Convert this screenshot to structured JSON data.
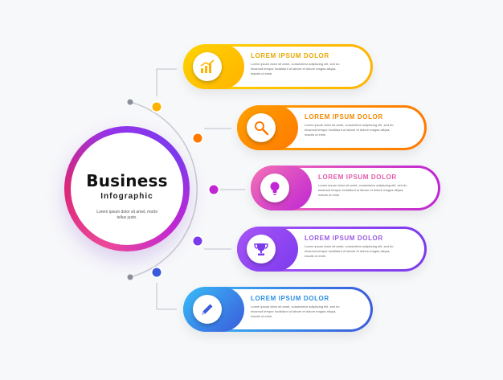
{
  "hub": {
    "title": "Business",
    "subtitle": "Infographic",
    "note": "Lorem ipsum dolor sit amet, morbi tellus justo."
  },
  "items": [
    {
      "heading": "LOREM IPSUM DOLOR",
      "text": "Lorem ipsum dolor sit amet, consectetur adipiscing elit, sed do eiusmod tempor incididunt ut labore et dolore magna aliqua, mauris ut enim.",
      "icon": "chart-icon",
      "color_start": "#ffd400",
      "color_end": "#ffb300",
      "heading_color": "#e6a800"
    },
    {
      "heading": "LOREM IPSUM DOLOR",
      "text": "Lorem ipsum dolor sit amet, consectetur adipiscing elit, sed do eiusmod tempor incididunt ut labore et dolore magna aliqua, mauris ut enim.",
      "icon": "search-icon",
      "color_start": "#ffa000",
      "color_end": "#ff7a00",
      "heading_color": "#f08a00"
    },
    {
      "heading": "LOREM IPSUM DOLOR",
      "text": "Lorem ipsum dolor sit amet, consectetur adipiscing elit, sed do eiusmod tempor incididunt ut labore et dolore magna aliqua, mauris ut enim.",
      "icon": "lightbulb-icon",
      "color_start": "#f472b6",
      "color_end": "#c026d3",
      "heading_color": "#e05aa8"
    },
    {
      "heading": "LOREM IPSUM DOLOR",
      "text": "Lorem ipsum dolor sit amet, consectetur adipiscing elit, sed do eiusmod tempor incididunt ut labore et dolore magna aliqua, mauris ut enim.",
      "icon": "trophy-icon",
      "color_start": "#a855f7",
      "color_end": "#7c3aed",
      "heading_color": "#9b59e0"
    },
    {
      "heading": "LOREM IPSUM DOLOR",
      "text": "Lorem ipsum dolor sit amet, consectetur adipiscing elit, sed do eiusmod tempor incididunt ut labore et dolore magna aliqua, mauris ut enim.",
      "icon": "pencil-icon",
      "color_start": "#38bdf8",
      "color_end": "#3b5bdb",
      "heading_color": "#2b8fe0"
    }
  ]
}
